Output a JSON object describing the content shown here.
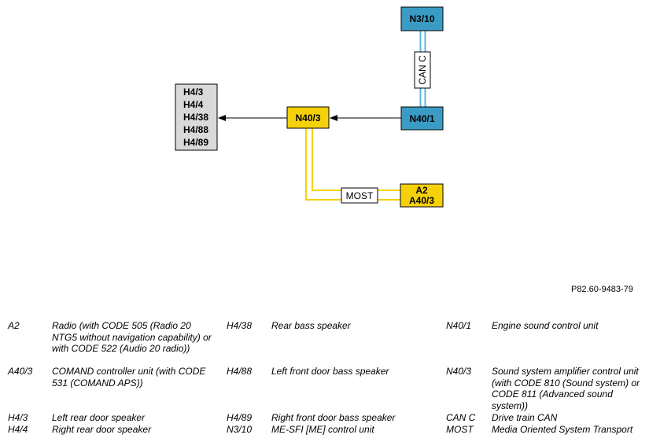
{
  "diagram": {
    "nodes": {
      "n3_10": "N3/10",
      "n40_1": "N40/1",
      "n40_3": "N40/3",
      "a2": "A2",
      "a40_3": "A40/3",
      "speakers": [
        "H4/3",
        "H4/4",
        "H4/38",
        "H4/88",
        "H4/89"
      ]
    },
    "bus_labels": {
      "can_c": "CAN C",
      "most": "MOST"
    },
    "colors": {
      "blue_node": "#3a9cc4",
      "yellow_node": "#f5d10a",
      "gray_node": "#d9d9d9",
      "can_line": "#5bb5dc",
      "most_line": "#f5d10a"
    }
  },
  "reference": "P82.60-9483-79",
  "legend": [
    {
      "key": "A2",
      "value": "Radio (with CODE 505 (Radio 20 NTG5 without navigation capability) or with CODE 522 (Audio 20 radio))"
    },
    {
      "key": "A40/3",
      "value": "COMAND controller unit (with CODE 531 (COMAND APS))"
    },
    {
      "key": "H4/3",
      "value": "Left rear door speaker"
    },
    {
      "key": "H4/4",
      "value": "Right rear door speaker"
    },
    {
      "key": "H4/38",
      "value": "Rear bass speaker"
    },
    {
      "key": "H4/88",
      "value": "Left front door bass speaker"
    },
    {
      "key": "H4/89",
      "value": "Right front door bass speaker"
    },
    {
      "key": "N3/10",
      "value": "ME-SFI [ME] control unit"
    },
    {
      "key": "N40/1",
      "value": "Engine sound control unit"
    },
    {
      "key": "N40/3",
      "value": "Sound system amplifier control unit (with CODE 810 (Sound system) or CODE 811 (Advanced sound system))"
    },
    {
      "key": "CAN C",
      "value": "Drive train CAN"
    },
    {
      "key": "MOST",
      "value": "Media Oriented System Transport"
    }
  ]
}
